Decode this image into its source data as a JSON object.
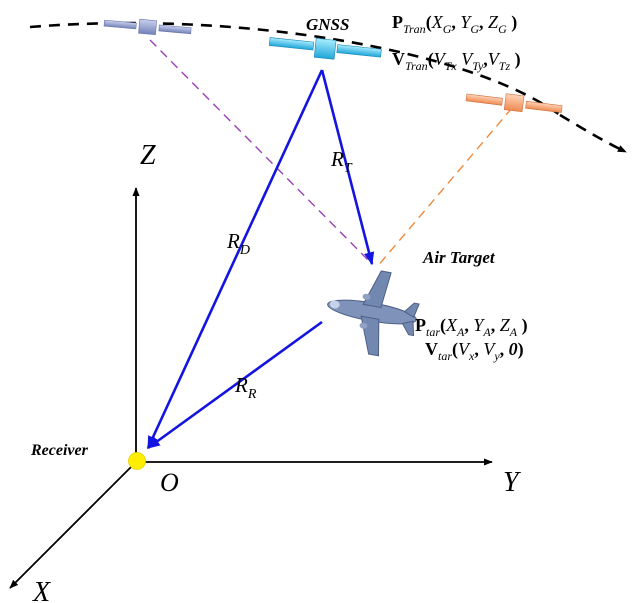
{
  "labels": {
    "gnss": "GNSS",
    "air_target": "Air Target",
    "receiver": "Receiver",
    "origin": "O",
    "axis_x": "X",
    "axis_y": "Y",
    "axis_z": "Z",
    "range_transmit": {
      "main": "R",
      "sub": "T"
    },
    "range_direct": {
      "main": "R",
      "sub": "D"
    },
    "range_reflect": {
      "main": "R",
      "sub": "R"
    }
  },
  "transmitter": {
    "position": {
      "symbol": "P",
      "sub": "Tran",
      "open": "(",
      "c1": "X",
      "c1sub": "G",
      "sep1": ", ",
      "c2": "Y",
      "c2sub": "G",
      "sep2": ", ",
      "c3": "Z",
      "c3sub": "G",
      "close": " )"
    },
    "velocity": {
      "symbol": "V",
      "sub": "Tran",
      "open": "(",
      "c1": "V",
      "c1sub": "Tx",
      "sep1": "  ",
      "c2": "V",
      "c2sub": "Ty",
      "sep2": ",",
      "c3": "V",
      "c3sub": "Tz",
      "close": " )"
    }
  },
  "target": {
    "position": {
      "symbol": "P",
      "sub": "tar",
      "open": "(",
      "c1": "X",
      "c1sub": "A",
      "sep1": ", ",
      "c2": "Y",
      "c2sub": "A",
      "sep2": ", ",
      "c3": "Z",
      "c3sub": "A",
      "close": " )"
    },
    "velocity": {
      "symbol": "V",
      "sub": "tar",
      "open": "(",
      "c1": "V",
      "c1sub": "x",
      "sep1": ", ",
      "c2": "V",
      "c2sub": "y",
      "sep2": ", ",
      "c3": "0",
      "close": ")"
    }
  },
  "colors": {
    "direct_path": "#1414e0",
    "left_dashed": "#9a3fb5",
    "right_dashed": "#f08a3c",
    "orbit": "#000000",
    "receiver_dot": "#ffee00",
    "sat_blue": "#3cc0e8",
    "sat_gray": "#8a97c8",
    "sat_orange": "#f4a070",
    "aircraft": "#7a8fb8"
  }
}
